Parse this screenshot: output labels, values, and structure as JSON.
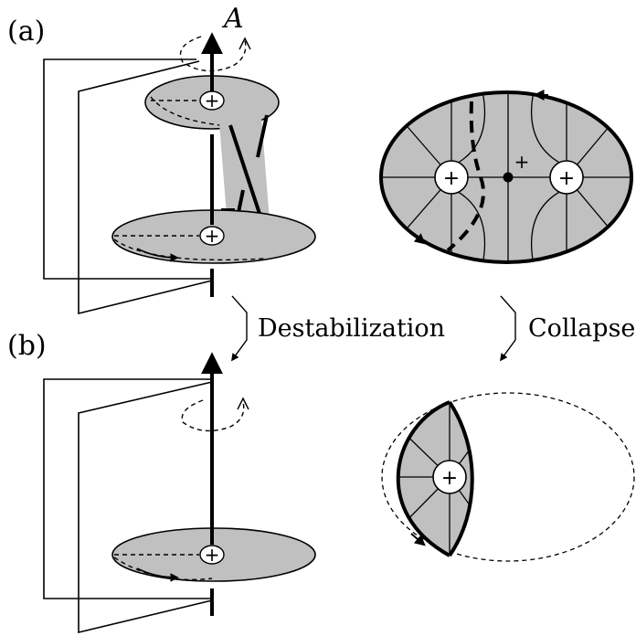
{
  "labels": {
    "panel_a": "(a)",
    "panel_b": "(b)",
    "axis": "A",
    "destabilization": "Destabilization",
    "collapse": "Collapse",
    "plus": "+"
  },
  "colors": {
    "fill": "#c0c0c0",
    "stroke": "#000000",
    "background": "#ffffff"
  }
}
